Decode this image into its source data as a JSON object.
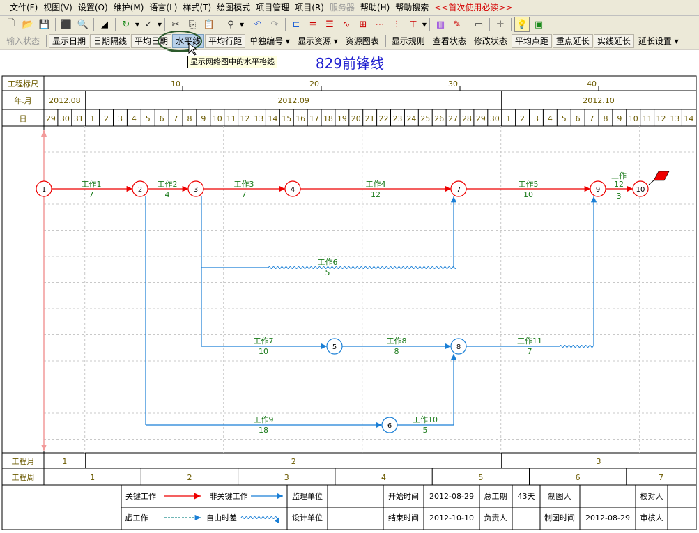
{
  "menubar": [
    {
      "label": "文件(F)",
      "state": "normal"
    },
    {
      "label": "视图(V)",
      "state": "normal"
    },
    {
      "label": "设置(O)",
      "state": "normal"
    },
    {
      "label": "维护(M)",
      "state": "normal"
    },
    {
      "label": "语言(L)",
      "state": "normal"
    },
    {
      "label": "样式(T)",
      "state": "normal"
    },
    {
      "label": "绘图模式",
      "state": "normal"
    },
    {
      "label": "项目管理",
      "state": "normal"
    },
    {
      "label": "项目(R)",
      "state": "normal"
    },
    {
      "label": "服务器",
      "state": "disabled"
    },
    {
      "label": "帮助(H)",
      "state": "normal"
    },
    {
      "label": "帮助搜索",
      "state": "normal"
    },
    {
      "label": "<<首次使用必读>>",
      "state": "special"
    }
  ],
  "toolbar1": {
    "icons": [
      "new-file",
      "open-folder",
      "save",
      "export-red",
      "print-preview",
      "triangle-tool",
      "refresh-green",
      "check-dropdown",
      "scissors",
      "copy",
      "paste",
      "binoculars-find",
      "undo",
      "redo",
      "network-view",
      "bar-view",
      "list-view",
      "curve-view",
      "resource-view",
      "link-view",
      "split-view",
      "tree-view",
      "library-books",
      "gantt-sketch",
      "screen-view",
      "crosshair",
      "lightbulb",
      "open-box"
    ]
  },
  "toolbar2": [
    {
      "label": "输入状态",
      "state": "disabled"
    },
    {
      "label": "显示日期",
      "state": "boxed"
    },
    {
      "label": "日期隔线",
      "state": "boxed"
    },
    {
      "label": "平均日期",
      "state": "boxed"
    },
    {
      "label": "水平线",
      "state": "hover"
    },
    {
      "label": "平均行距",
      "state": "boxed"
    },
    {
      "label": "单独编号 ▾",
      "state": "normal"
    },
    {
      "label": "显示资源 ▾",
      "state": "normal"
    },
    {
      "label": "资源图表",
      "state": "normal"
    },
    {
      "label": "显示规则",
      "state": "normal"
    },
    {
      "label": "查看状态",
      "state": "normal"
    },
    {
      "label": "修改状态",
      "state": "normal"
    },
    {
      "label": "平均点距",
      "state": "boxed"
    },
    {
      "label": "重点延长",
      "state": "boxed"
    },
    {
      "label": "实线延长",
      "state": "boxed"
    },
    {
      "label": "延长设置 ▾",
      "state": "normal"
    }
  ],
  "tooltip": "显示网络图中的水平格线",
  "chart_title": "829前锋线",
  "header": {
    "row_labels": {
      "scale": "工程标尺",
      "yearmonth": "年.月",
      "day": "日"
    },
    "scale_ticks": [
      "10",
      "20",
      "30",
      "40"
    ],
    "months": [
      "2012.08",
      "2012.09",
      "2012.10"
    ],
    "days": [
      "29",
      "30",
      "31",
      "1",
      "2",
      "3",
      "4",
      "5",
      "6",
      "7",
      "8",
      "9",
      "10",
      "11",
      "12",
      "13",
      "14",
      "15",
      "16",
      "17",
      "18",
      "19",
      "20",
      "21",
      "22",
      "23",
      "24",
      "25",
      "26",
      "27",
      "28",
      "29",
      "30",
      "1",
      "2",
      "3",
      "4",
      "5",
      "6",
      "7",
      "8",
      "9",
      "10",
      "11",
      "12",
      "13",
      "14"
    ]
  },
  "footer": {
    "project_month_label": "工程月",
    "project_months": [
      "1",
      "2",
      "3"
    ],
    "project_week_label": "工程周",
    "project_weeks": [
      "1",
      "2",
      "3",
      "4",
      "5",
      "6",
      "7"
    ]
  },
  "legend": {
    "critical": "关键工作",
    "noncritical": "非关键工作",
    "dummy": "虚工作",
    "free_float": "自由时差",
    "supervisor_label": "监理单位",
    "design_label": "设计单位",
    "start_label": "开始时间",
    "start_value": "2012-08-29",
    "end_label": "结束时间",
    "end_value": "2012-10-10",
    "duration_label": "总工期",
    "duration_value": "43天",
    "owner_label": "负责人",
    "drawer_label": "制图人",
    "draw_time_label": "制图时间",
    "draw_time_value": "2012-08-29",
    "checker_label": "校对人",
    "auditor_label": "审核人"
  },
  "network": {
    "nodes": [
      {
        "id": "1",
        "color": "red"
      },
      {
        "id": "2",
        "color": "red"
      },
      {
        "id": "3",
        "color": "red"
      },
      {
        "id": "4",
        "color": "red"
      },
      {
        "id": "5",
        "color": "blue"
      },
      {
        "id": "6",
        "color": "blue"
      },
      {
        "id": "7",
        "color": "red"
      },
      {
        "id": "8",
        "color": "blue"
      },
      {
        "id": "9",
        "color": "red"
      },
      {
        "id": "10",
        "color": "red"
      }
    ],
    "tasks": [
      {
        "name": "工作1",
        "duration": "7",
        "critical": true
      },
      {
        "name": "工作2",
        "duration": "4",
        "critical": true
      },
      {
        "name": "工作3",
        "duration": "7",
        "critical": true
      },
      {
        "name": "工作4",
        "duration": "12",
        "critical": true
      },
      {
        "name": "工作5",
        "duration": "10",
        "critical": true
      },
      {
        "name": "工作12",
        "duration": "3",
        "critical": true
      },
      {
        "name": "工作6",
        "duration": "5",
        "critical": false
      },
      {
        "name": "工作7",
        "duration": "10",
        "critical": false
      },
      {
        "name": "工作8",
        "duration": "8",
        "critical": false
      },
      {
        "name": "工作11",
        "duration": "7",
        "critical": false
      },
      {
        "name": "工作9",
        "duration": "18",
        "critical": false
      },
      {
        "name": "工作10",
        "duration": "5",
        "critical": false
      }
    ]
  },
  "colors": {
    "critical": "#ee0000",
    "noncritical": "#1a7fd6",
    "label_green": "#1a7a1a",
    "header_text": "#6b5a00",
    "title_blue": "#1e1ecf",
    "progress_line": "#f29a9a"
  }
}
